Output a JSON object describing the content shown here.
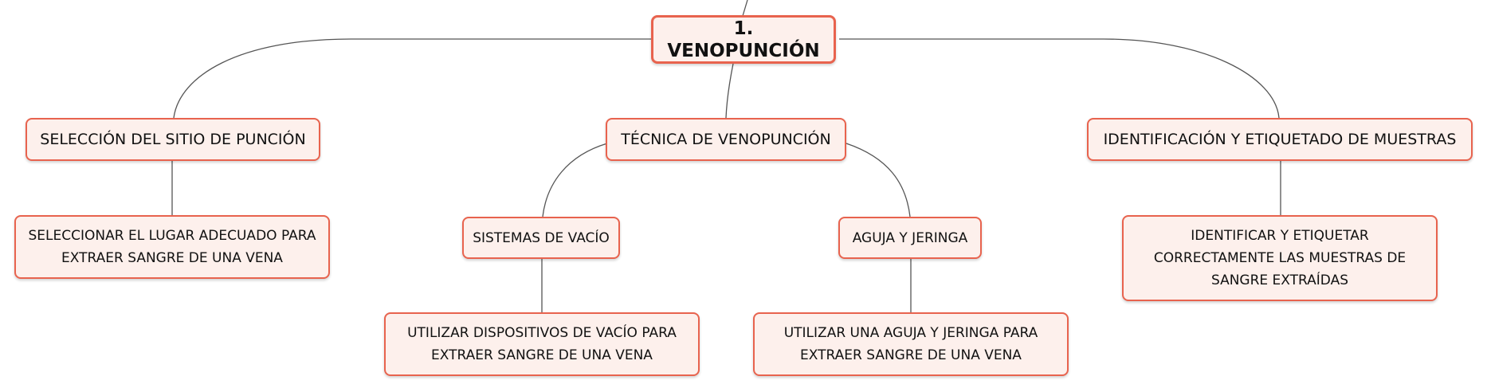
{
  "colors": {
    "node_border": "#e8634e",
    "node_fill": "#fdf0ec",
    "connector": "#555555",
    "text": "#111111"
  },
  "root": {
    "label": "1. VENOPUNCIÓN"
  },
  "topics": [
    {
      "label": "SELECCIÓN DEL SITIO DE PUNCIÓN",
      "children": [
        {
          "label": "SELECCIONAR EL LUGAR ADECUADO PARA EXTRAER SANGRE DE UNA VENA"
        }
      ]
    },
    {
      "label": "TÉCNICA DE VENOPUNCIÓN",
      "children": [
        {
          "label": "SISTEMAS DE VACÍO",
          "children": [
            {
              "label": "UTILIZAR DISPOSITIVOS DE VACÍO PARA EXTRAER SANGRE DE UNA VENA"
            }
          ]
        },
        {
          "label": "AGUJA Y JERINGA",
          "children": [
            {
              "label": "UTILIZAR UNA AGUJA Y JERINGA PARA EXTRAER SANGRE DE UNA VENA"
            }
          ]
        }
      ]
    },
    {
      "label": "IDENTIFICACIÓN Y ETIQUETADO DE MUESTRAS",
      "children": [
        {
          "label": "IDENTIFICAR Y ETIQUETAR CORRECTAMENTE LAS MUESTRAS DE SANGRE EXTRAÍDAS"
        }
      ]
    }
  ]
}
